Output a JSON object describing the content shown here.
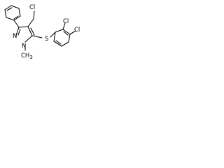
{
  "molecule": {
    "atom_labels": {
      "chlorine_top": "Cl",
      "chlorine_aryl_left": "Cl",
      "chlorine_aryl_right": "Cl",
      "sulfur": "S",
      "nitrogen_ring_upper": "N",
      "nitrogen_ring_lower": "N"
    },
    "methyl_label": "CH",
    "methyl_subscript": "3"
  }
}
